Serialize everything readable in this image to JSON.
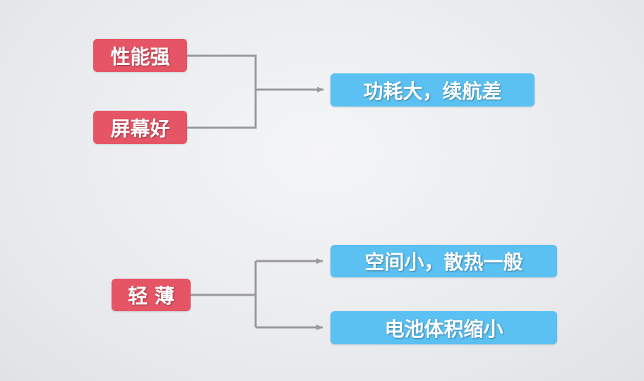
{
  "group1": {
    "causes": [
      "性能强",
      "屏幕好"
    ],
    "effect": "功耗大，续航差"
  },
  "group2": {
    "cause": "轻 薄",
    "effects": [
      "空间小，散热一般",
      "电池体积缩小"
    ]
  },
  "colors": {
    "cause": "#e55565",
    "effect": "#5bc0f2",
    "connector": "#9a9a9a"
  }
}
